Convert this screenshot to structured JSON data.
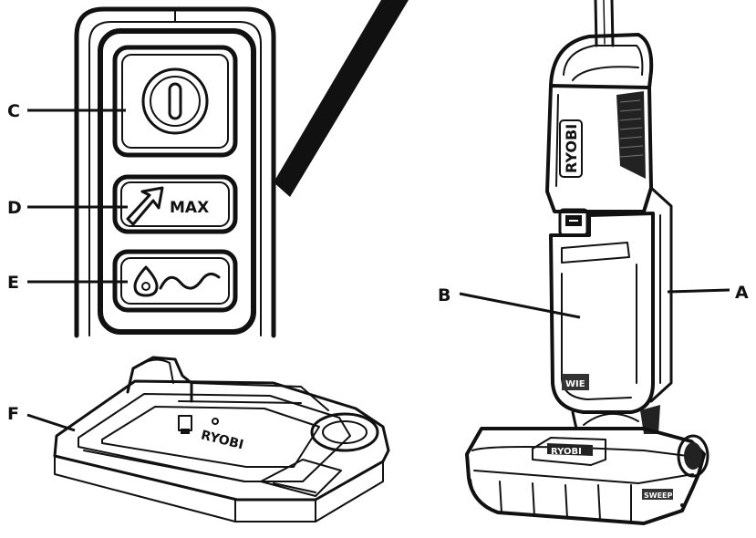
{
  "labels": {
    "a": "A",
    "b": "B",
    "c": "C",
    "d": "D",
    "e": "E",
    "f": "F"
  },
  "panel": {
    "max_text": "MAX"
  },
  "brand": {
    "handle": "RYOBI",
    "base": "RYOBI",
    "head": "RYOBI",
    "body_badge": "WIE",
    "head_badge": "SWEEP"
  }
}
